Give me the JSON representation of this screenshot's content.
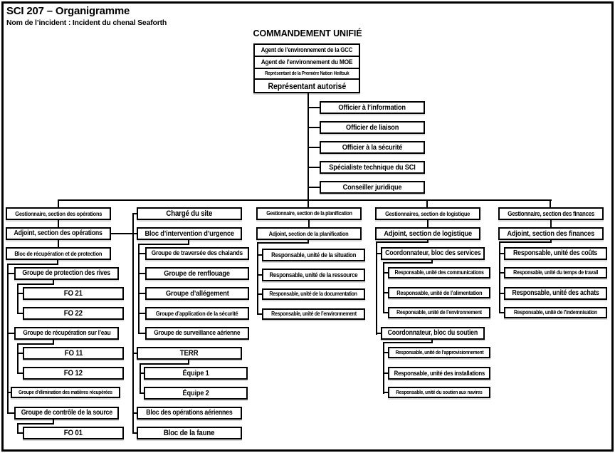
{
  "header": {
    "form_id": "SCI 207 – Organigramme",
    "incident_label": "Nom de l’incident : Incident du chenal Seaforth"
  },
  "unified_command": {
    "title": "COMMANDEMENT UNIFIÉ",
    "members": [
      "Agent de l’environnement de la GCC",
      "Agent de l’environnement du MOE",
      "Représentant de la Première Nation Heiltsuk",
      "Représentant autorisé"
    ]
  },
  "command_staff": [
    "Officier à l’information",
    "Officier de liaison",
    "Officier à la sécurité",
    "Spécialiste technique du SCI",
    "Conseiller juridique"
  ],
  "operations": {
    "chief": "Gestionnaire, section des opérations",
    "deputy": "Adjoint, section des opérations",
    "recovery_branch": "Bloc de récupération et de protection",
    "shoreline_group": "Groupe de protection des rives",
    "fo21": "FO 21",
    "fo22": "FO 22",
    "onwater_group": "Groupe de récupération sur l’eau",
    "fo11": "FO 11",
    "fo12": "FO 12",
    "disposal_group": "Groupe d’élimination des matières récupérées",
    "source_control_group": "Groupe de contrôle de la source",
    "fo01": "FO 01"
  },
  "site": {
    "site_officer": "Chargé du site",
    "emergency_branch": "Bloc d’intervention d’urgence",
    "groups": [
      "Groupe de traversée des chalands",
      "Groupe de renflouage",
      "Groupe d’allégement",
      "Groupe d’application de la sécurité",
      "Groupe de surveillance aérienne"
    ],
    "terr": "TERR",
    "teams": [
      "Équipe 1",
      "Équipe 2"
    ],
    "air_ops_branch": "Bloc des opérations aériennes",
    "wildlife_branch": "Bloc de la faune"
  },
  "planning": {
    "chief": "Gestionnaire, section de la planification",
    "deputy": "Adjoint, section de la planification",
    "units": [
      "Responsable, unité de la situation",
      "Responsable, unité de la ressource",
      "Responsable, unité de la documentation",
      "Responsable, unité de l’environnement"
    ]
  },
  "logistics": {
    "chief": "Gestionnaires, section de logistique",
    "deputy": "Adjoint, section de logistique",
    "service_branch": "Coordonnateur, bloc des services",
    "service_units": [
      "Responsable, unité des communications",
      "Responsable, unité de l’alimentation",
      "Responsable, unité de l’environnement"
    ],
    "support_branch": "Coordonnateur, bloc du soutien",
    "support_units": [
      "Responsable, unité de l’approvisionnement",
      "Responsable, unité des installations",
      "Responsable, unité du soutien aux navires"
    ]
  },
  "finance": {
    "chief": "Gestionnaire, section des finances",
    "deputy": "Adjoint, section des finances",
    "units": [
      "Responsable, unité des coûts",
      "Responsable, unité du temps de travail",
      "Responsable, unité des achats",
      "Responsable, unité de l’indemnisation"
    ]
  },
  "colors": {
    "line": "#000000",
    "background": "#ffffff"
  }
}
